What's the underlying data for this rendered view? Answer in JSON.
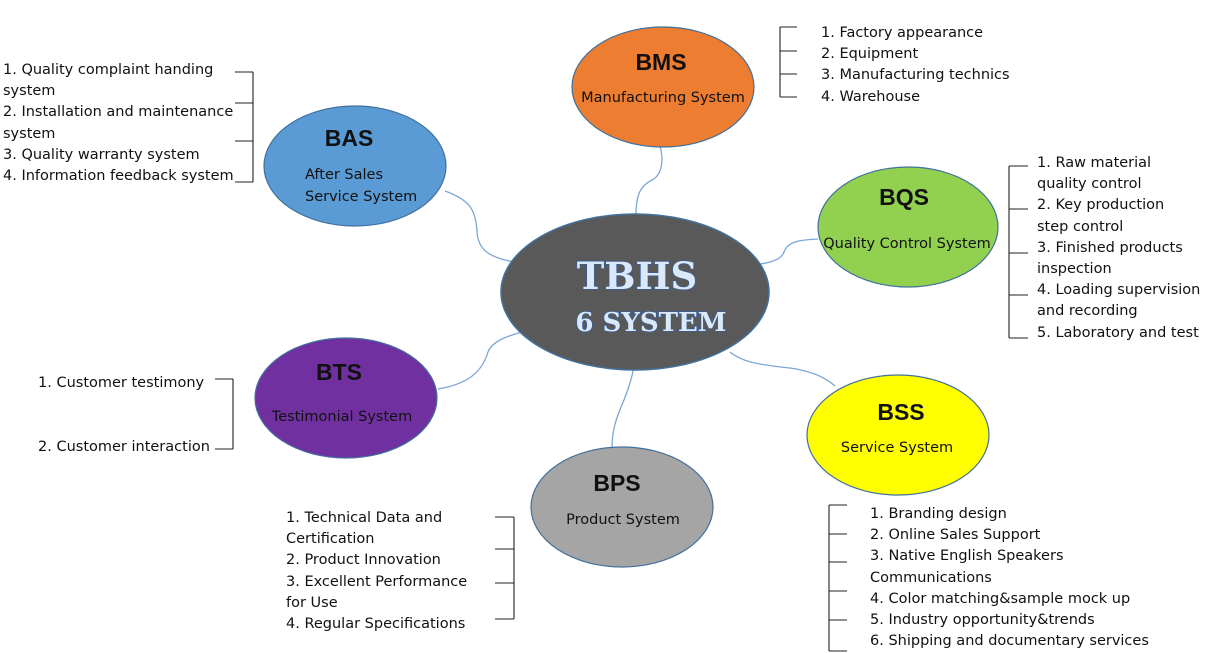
{
  "center": {
    "title": "TBHS",
    "subtitle": "6 SYSTEM"
  },
  "nodes": {
    "bms": {
      "code": "BMS",
      "name": "Manufacturing System",
      "color": "#ed7d31",
      "items": [
        "1. Factory appearance",
        "2. Equipment",
        "3. Manufacturing technics",
        "4. Warehouse"
      ]
    },
    "bas": {
      "code": "BAS",
      "name_line1": "After Sales",
      "name_line2": "Service System",
      "color": "#5b9bd5",
      "items": [
        "1. Quality complaint handing",
        "system",
        "2. Installation and maintenance",
        "system",
        "3. Quality warranty system",
        "4. Information feedback system"
      ]
    },
    "bqs": {
      "code": "BQS",
      "name": "Quality Control System",
      "color": "#92d050",
      "items": [
        "1. Raw material",
        "quality control",
        "2.  Key production",
        "step control",
        "3. Finished products",
        "inspection",
        "4. Loading supervision",
        "and recording",
        "5. Laboratory and test"
      ]
    },
    "bts": {
      "code": "BTS",
      "name": "Testimonial System",
      "color": "#7030a0",
      "items": [
        "1. Customer testimony",
        "2. Customer interaction"
      ]
    },
    "bss": {
      "code": "BSS",
      "name": "Service System",
      "color": "#ffff00",
      "items": [
        "1. Branding design",
        "2. Online Sales Support",
        "3. Native English Speakers",
        "Communications",
        "4. Color matching&sample mock up",
        "5. Industry opportunity&trends",
        "6. Shipping and documentary services"
      ]
    },
    "bps": {
      "code": "BPS",
      "name": "Product System",
      "color": "#a5a5a5",
      "items": [
        "1. Technical Data and",
        "Certification",
        "2. Product Innovation",
        "3. Excellent Performance",
        "for Use",
        "4. Regular Specifications"
      ]
    }
  }
}
